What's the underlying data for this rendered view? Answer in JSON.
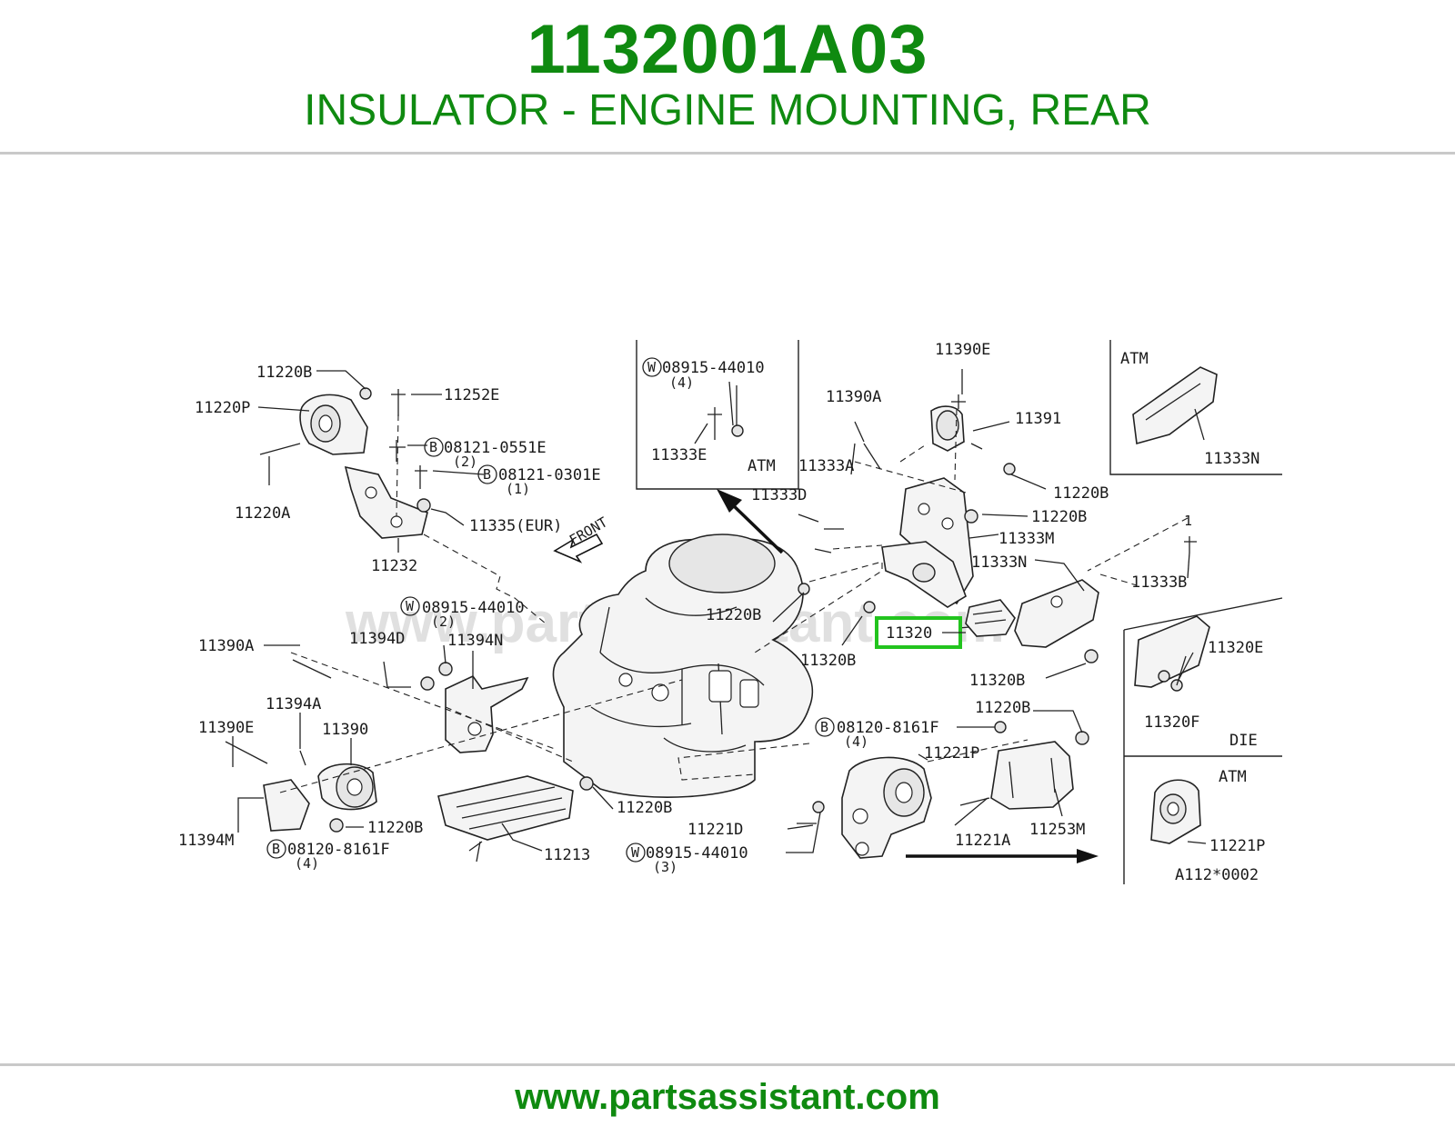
{
  "header": {
    "part_number": "1132001A03",
    "part_name": "INSULATOR - ENGINE MOUNTING, REAR"
  },
  "diagram": {
    "watermark": "www.partsassistant.com",
    "highlight_color": "#22c41e",
    "brand_color": "#0f8a10",
    "highlighted_part": "11320",
    "callouts": {
      "c11220B_a": "11220B",
      "c11220P": "11220P",
      "c11252E": "11252E",
      "c08121_0551E": "08121-0551E",
      "q2_a": "(2)",
      "c08121_0301E": "08121-0301E",
      "q1": "(1)",
      "c11220A": "11220A",
      "c11335": "11335(EUR)",
      "c11232": "11232",
      "front": "FRONT",
      "c08915_44010_b": "08915-44010",
      "q2_b": "(2)",
      "c11390A_a": "11390A",
      "c11394D": "11394D",
      "c11394N": "11394N",
      "c11394A": "11394A",
      "c11390E_a": "11390E",
      "c11390": "11390",
      "c11394M": "11394M",
      "c11220B_b": "11220B",
      "c08120_8161F_a": "08120-8161F",
      "q4_a": "(4)",
      "c11213": "11213",
      "c11220B_c": "11220B",
      "c08915_44010_c": "08915-44010",
      "q3": "(3)",
      "c11221D": "11221D",
      "c11221A": "11221A",
      "c11221P_a": "11221P",
      "c11253M": "11253M",
      "c08120_8161F_b": "08120-8161F",
      "q4_b": "(4)",
      "c11220B_d": "11220B",
      "c11220B_e": "11220B",
      "c11320B_a": "11320B",
      "c11320B_b": "11320B",
      "c11333N_a": "11333N",
      "c11333B": "11333B",
      "num_1": "1",
      "c11333M": "11333M",
      "c11220B_f": "11220B",
      "c11333D": "11333D",
      "c11333A": "11333A",
      "c11390A_b": "11390A",
      "c11390E_b": "11390E",
      "c11391": "11391",
      "c11220B_g": "11220B",
      "inset_atm_1_code": "08915-44010",
      "inset_atm_1_qty": "(4)",
      "inset_atm_1_part": "11333E",
      "inset_atm_1_label": "ATM",
      "inset_atm_2_label": "ATM",
      "inset_atm_2_part": "11333N",
      "inset_die_label": "DIE",
      "inset_die_part1": "11320E",
      "inset_die_part2": "11320F",
      "inset_atm_3_label": "ATM",
      "inset_atm_3_part": "11221P",
      "ref_code": "A112*0002",
      "sym_w": "W",
      "sym_b": "B"
    }
  },
  "footer": {
    "url": "www.partsassistant.com"
  }
}
